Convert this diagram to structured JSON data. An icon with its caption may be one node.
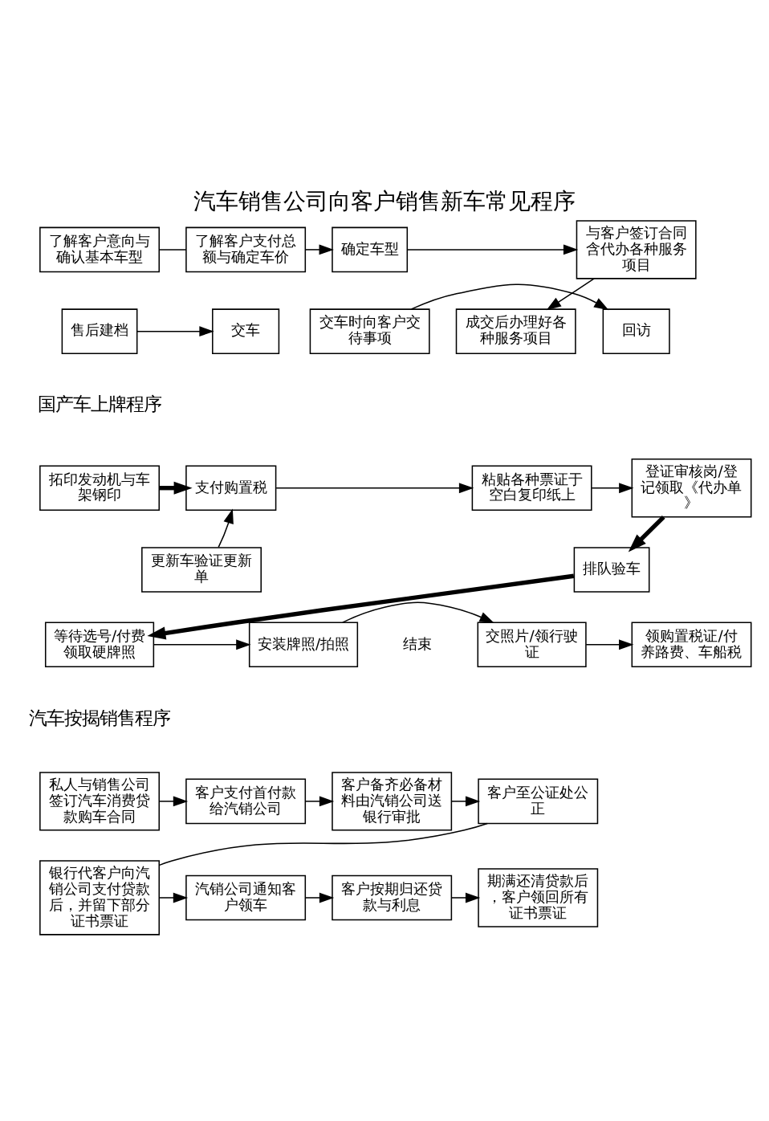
{
  "diagram": {
    "title": "汽车销售公司向客户销售新车常见程序",
    "nodes": [
      {
        "text": [
          "了解客户意向与确认基本车型"
        ]
      },
      {
        "text": [
          "了解客户支付总额与确定车价"
        ]
      },
      {
        "text": [
          "确定车型"
        ]
      },
      {
        "text": [
          "与客户签订合同含代办各种服务项目"
        ]
      },
      {
        "text": [
          "成交后办理好各种服务项目"
        ]
      },
      {
        "text": [
          "售后建档"
        ]
      },
      {
        "text": [
          "交车"
        ]
      },
      {
        "text": [
          "交车时向客户交待事项"
        ]
      },
      {
        "text": [
          "回访"
        ]
      },
      {
        "text": [
          "拓印发动机与车架钢印"
        ]
      },
      {
        "text": [
          "支付购置税"
        ]
      },
      {
        "text": [
          "更新车验证更新单"
        ]
      },
      {
        "text": [
          "粘贴各种票证于空白复印纸上"
        ]
      },
      {
        "text": [
          "登证审核岗/登记领取《代办单》"
        ]
      },
      {
        "text": [
          "排队验车"
        ]
      },
      {
        "text": [
          "等待选号/付费领取硬牌照"
        ]
      },
      {
        "text": [
          "安装牌照/拍照"
        ]
      },
      {
        "text": [
          "交照片/领行驶证"
        ]
      },
      {
        "text": [
          "领购置税证/付养路费、车船税"
        ]
      },
      {
        "text": [
          "私人与销售公司签订汽车消费贷款购车合同"
        ]
      },
      {
        "text": [
          "客户支付首付款给汽销公司"
        ]
      },
      {
        "text": [
          "客户备齐必备材料由汽销公司送银行审批"
        ]
      },
      {
        "text": [
          "客户至公证处公正"
        ]
      },
      {
        "text": [
          "银行代客户向汽销公司支付贷款后，并留下部分证书票证"
        ]
      },
      {
        "text": [
          "汽销公司通知客户领车"
        ]
      },
      {
        "text": [
          "客户按期归还贷款与利息"
        ]
      },
      {
        "text": [
          "期满还清贷款后，客户领回所有证书票证"
        ]
      }
    ],
    "edges": [
      {
        "from": 0,
        "to": 1,
        "arrow": "none"
      },
      {
        "from": 1,
        "to": 2,
        "arrow": "to"
      },
      {
        "from": 2,
        "to": 3,
        "arrow": "to"
      },
      {
        "from": 3,
        "to": 4,
        "arrow": "to"
      },
      {
        "from": 5,
        "to": 6,
        "arrow": "to"
      },
      {
        "from": 7,
        "to": 8,
        "arrow": "to"
      },
      {
        "from": 9,
        "to": 10,
        "arrow": "to",
        "style": "thick"
      },
      {
        "from": 11,
        "to": 10,
        "arrow": "to"
      },
      {
        "from": 10,
        "to": 12,
        "arrow": "to"
      },
      {
        "from": 12,
        "to": 13,
        "arrow": "to"
      },
      {
        "from": 13,
        "to": 14,
        "arrow": "to",
        "style": "thick"
      },
      {
        "from": 14,
        "to": 15,
        "arrow": "to",
        "style": "thick"
      },
      {
        "from": 15,
        "to": 16,
        "arrow": "to"
      },
      {
        "from": 16,
        "to": 17,
        "arrow": "to"
      },
      {
        "from": 17,
        "to": 18,
        "arrow": "to"
      },
      {
        "from": 19,
        "to": 20,
        "arrow": "to"
      },
      {
        "from": 20,
        "to": 21,
        "arrow": "to"
      },
      {
        "from": 21,
        "to": 22,
        "arrow": "to"
      },
      {
        "from": 22,
        "to": 23,
        "arrow": "none"
      },
      {
        "from": 23,
        "to": 24,
        "arrow": "to"
      },
      {
        "from": 24,
        "to": 25,
        "arrow": "to"
      },
      {
        "from": 25,
        "to": 26,
        "arrow": "to"
      }
    ],
    "labels": [
      "国产车上牌程序",
      "结束",
      "汽车按揭销售程序"
    ]
  }
}
